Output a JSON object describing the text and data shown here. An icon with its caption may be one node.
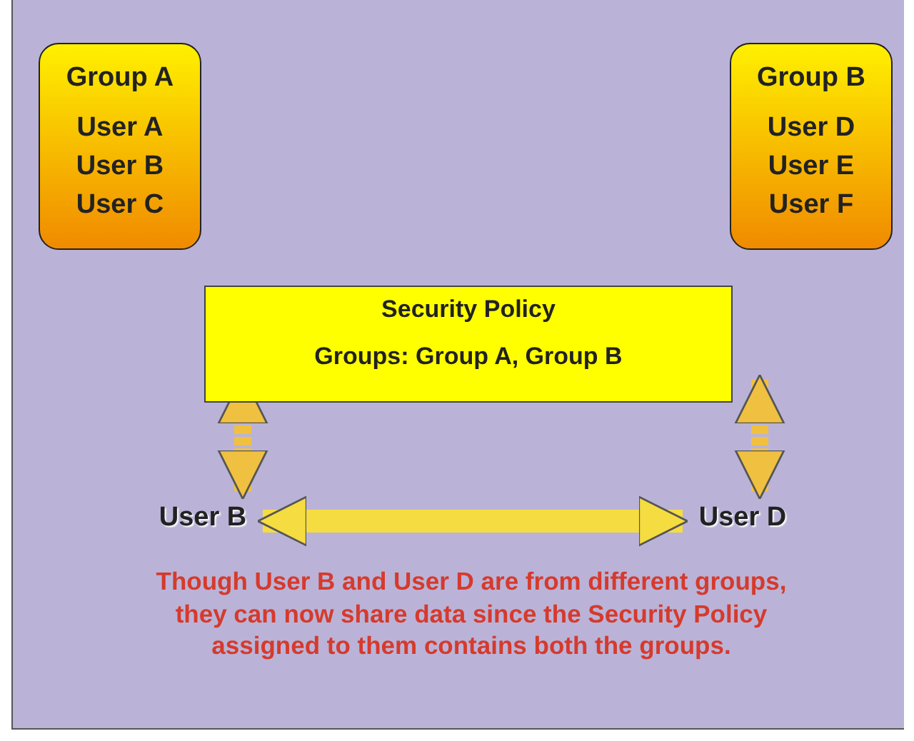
{
  "diagram": {
    "nodes": [
      {
        "text": [
          "Group A",
          "User A",
          "User B",
          "User C"
        ]
      },
      {
        "text": [
          "Group B",
          "User D",
          "User E",
          "User F"
        ]
      },
      {
        "text": [
          "Security Policy",
          "Groups: Group A, Group B"
        ]
      },
      {
        "text": [
          "User B"
        ]
      },
      {
        "text": [
          "User D"
        ]
      }
    ],
    "edges": [
      {
        "from": 2,
        "to": 3,
        "arrow": "both",
        "style": "dashed"
      },
      {
        "from": 2,
        "to": 4,
        "arrow": "both",
        "style": "dashed"
      },
      {
        "from": 3,
        "to": 4,
        "arrow": "both"
      }
    ],
    "labels": [
      "Though User B and User D are from different groups, they can now share data since the Security Policy assigned to them contains both the groups."
    ]
  }
}
